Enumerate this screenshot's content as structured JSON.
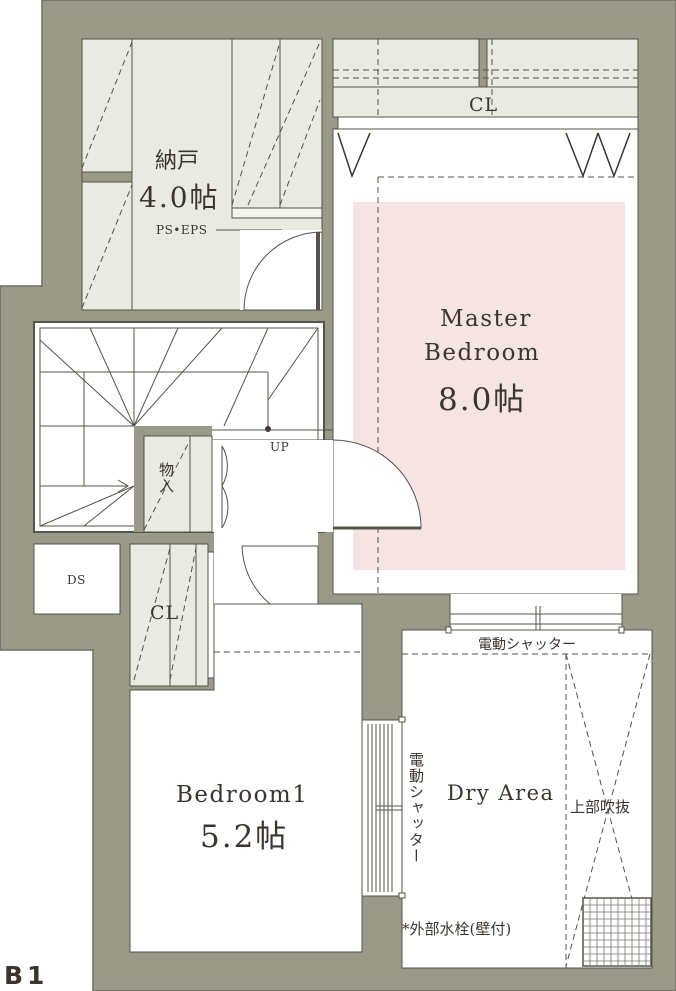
{
  "floor_label": "B1",
  "rooms": {
    "storage": {
      "name": "納戸",
      "area": "4.0帖"
    },
    "master_bedroom": {
      "name_line1": "Master",
      "name_line2": "Bedroom",
      "area": "8.0帖"
    },
    "bedroom1": {
      "name": "Bedroom1",
      "area": "5.2帖"
    },
    "dry_area": {
      "name": "Dry Area"
    }
  },
  "labels": {
    "closet_top": "CL",
    "closet_left": "CL",
    "ps_eps": "PS•EPS",
    "up": "UP",
    "storage_small": "物入",
    "ds": "DS",
    "shutter_horizontal": "電動シャッター",
    "shutter_vertical": "電動シャッター",
    "void_above": "上部吹抜",
    "hydrant": "*外部水栓(壁付)"
  },
  "colors": {
    "wall": "#9a9a88",
    "wall_edge": "#6f6d60",
    "storage_fill": "#e9ebe3",
    "master_highlight": "#f6e3e3",
    "line": "#55534a"
  }
}
